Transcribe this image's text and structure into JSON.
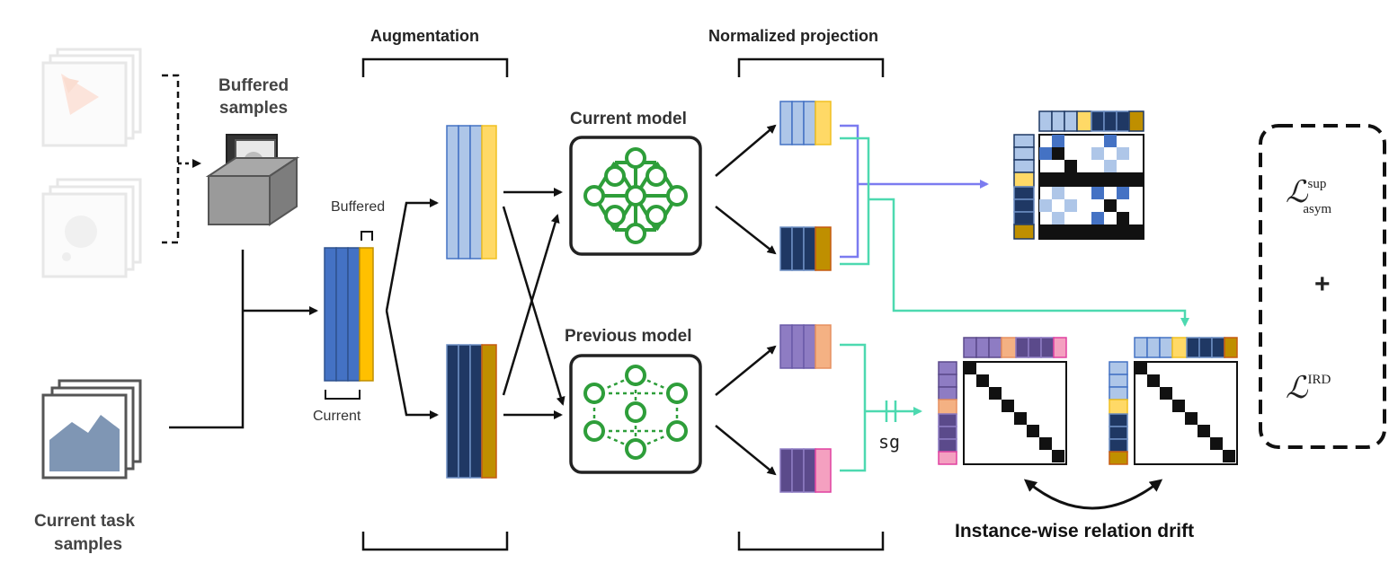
{
  "labels": {
    "augmentation": "Augmentation",
    "normalized_projection": "Normalized projection",
    "buffered_samples_1": "Buffered",
    "buffered_samples_2": "samples",
    "buffered_small": "Buffered",
    "current_small": "Current",
    "current_task_1": "Current task",
    "current_task_2": "samples",
    "current_model": "Current model",
    "previous_model": "Previous model",
    "sg": "sg",
    "relation_drift": "Instance-wise relation drift",
    "plus": "+",
    "loss_sup_main": "ℒ",
    "loss_sup_superscript": "sup",
    "loss_sup_subscript": "asym",
    "loss_ird_main": "ℒ",
    "loss_ird_superscript": "IRD"
  },
  "colors": {
    "light_blue": "#aec6e8",
    "blue": "#4472c4",
    "navy": "#1f3864",
    "yellow": "#ffd966",
    "orange": "#ffc000",
    "dark_gold": "#bf8f00",
    "purple": "#8e7cc3",
    "dark_purple": "#5b4a8b",
    "salmon": "#f4b183",
    "pink": "#f4a0c0",
    "green": "#2e9e3a",
    "teal": "#4dd9b0",
    "lavender_arrow": "#7b7bf0"
  },
  "icons": [
    "image-stack-icon",
    "buffer-box-icon",
    "neural-network-icon",
    "dashed-network-icon",
    "stop-gradient-icon",
    "double-arrow-icon"
  ]
}
